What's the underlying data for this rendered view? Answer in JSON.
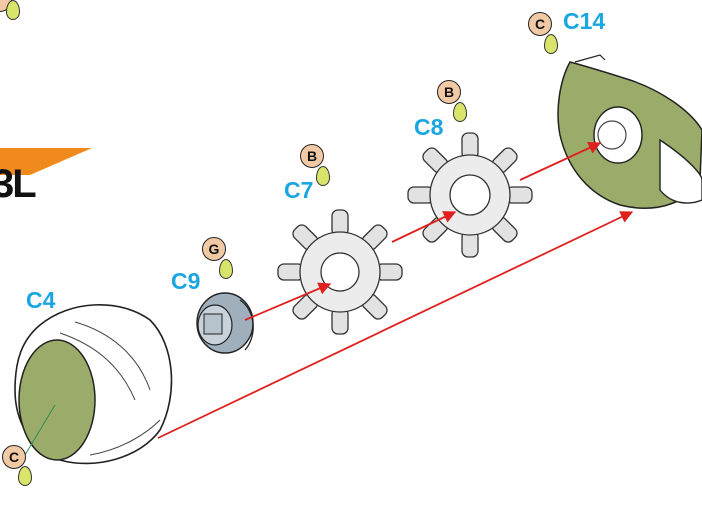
{
  "colors": {
    "label": "#1aa6e0",
    "arrow": "#e0201e",
    "green_part": "#9aab6a",
    "badge": "#f2c9a5",
    "logo_orange": "#f08a1c"
  },
  "logo": {
    "fragment": "3L"
  },
  "parts": [
    {
      "id": "c4",
      "label": "C4"
    },
    {
      "id": "c9",
      "label": "C9"
    },
    {
      "id": "c7",
      "label": "C7"
    },
    {
      "id": "c8",
      "label": "C8"
    },
    {
      "id": "c14",
      "label": "C14"
    }
  ],
  "badges": [
    {
      "for": "top-left",
      "letter": ""
    },
    {
      "for": "c9",
      "letter": "G"
    },
    {
      "for": "c7",
      "letter": "B"
    },
    {
      "for": "c8",
      "letter": "B"
    },
    {
      "for": "c14",
      "letter": "C"
    },
    {
      "for": "c4",
      "letter": "C"
    }
  ]
}
